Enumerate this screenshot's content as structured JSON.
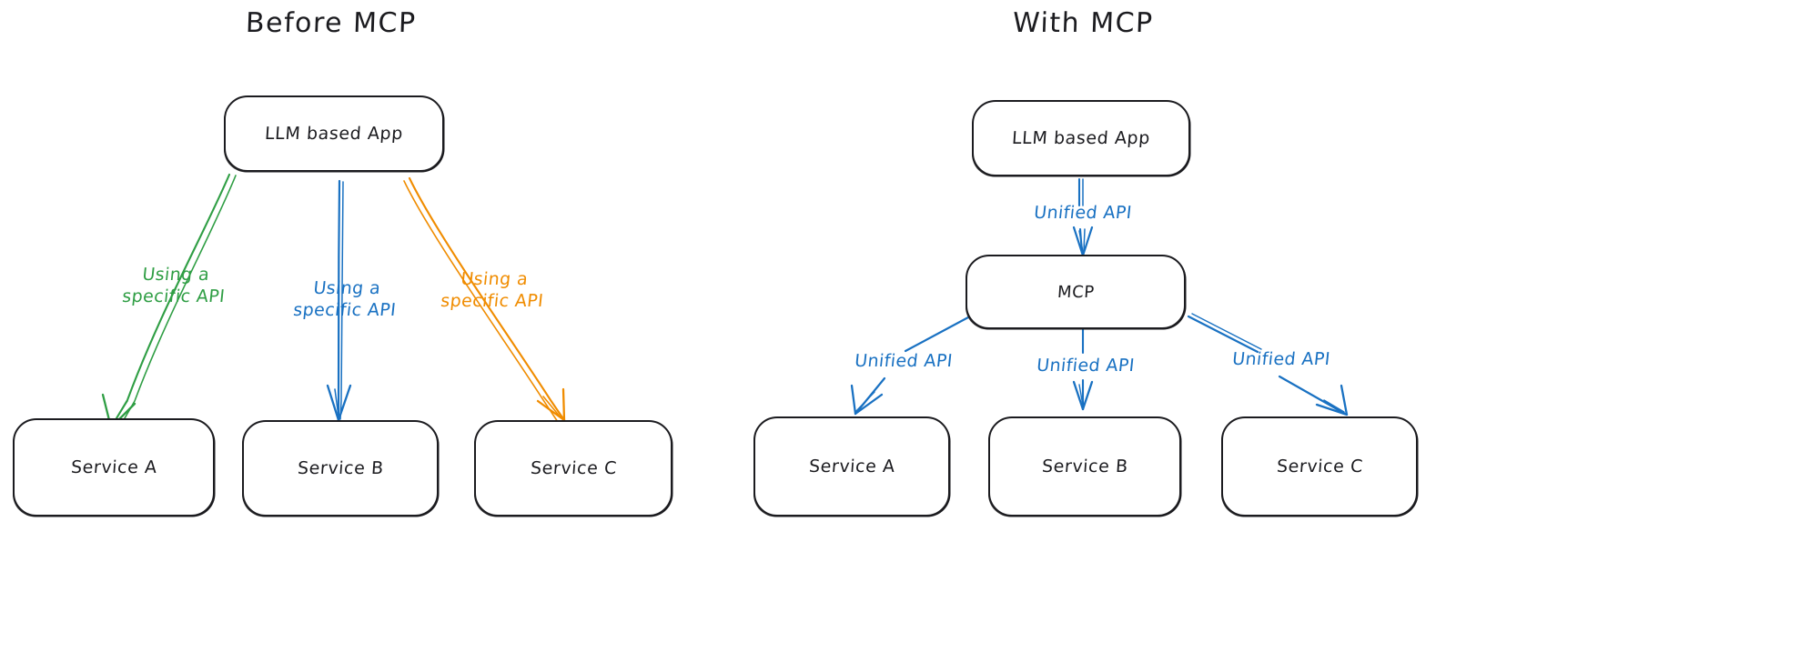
{
  "diagram": {
    "type": "flow-comparison",
    "background": "#ffffff",
    "colors": {
      "stroke_black": "#1b1b1f",
      "green": "#2f9e44",
      "blue": "#1971c2",
      "orange": "#f08c00"
    },
    "panels": [
      {
        "id": "before",
        "title": "Before MCP",
        "nodes": [
          {
            "id": "before-llm",
            "label": "LLM based App"
          },
          {
            "id": "before-service-a",
            "label": "Service A"
          },
          {
            "id": "before-service-b",
            "label": "Service B"
          },
          {
            "id": "before-service-c",
            "label": "Service C"
          }
        ],
        "edges": [
          {
            "from": "before-llm",
            "to": "before-service-a",
            "label": "Using a\nspecific API",
            "color": "#2f9e44"
          },
          {
            "from": "before-llm",
            "to": "before-service-b",
            "label": "Using a\nspecific API",
            "color": "#1971c2"
          },
          {
            "from": "before-llm",
            "to": "before-service-c",
            "label": "Using a\nspecific API",
            "color": "#f08c00"
          }
        ]
      },
      {
        "id": "with",
        "title": "With MCP",
        "nodes": [
          {
            "id": "with-llm",
            "label": "LLM based App"
          },
          {
            "id": "with-mcp",
            "label": "MCP"
          },
          {
            "id": "with-service-a",
            "label": "Service A"
          },
          {
            "id": "with-service-b",
            "label": "Service B"
          },
          {
            "id": "with-service-c",
            "label": "Service C"
          }
        ],
        "edges": [
          {
            "from": "with-llm",
            "to": "with-mcp",
            "label": "Unified API",
            "color": "#1971c2"
          },
          {
            "from": "with-mcp",
            "to": "with-service-a",
            "label": "Unified API",
            "color": "#1971c2"
          },
          {
            "from": "with-mcp",
            "to": "with-service-b",
            "label": "Unified API",
            "color": "#1971c2"
          },
          {
            "from": "with-mcp",
            "to": "with-service-c",
            "label": "Unified API",
            "color": "#1971c2"
          }
        ]
      }
    ]
  }
}
